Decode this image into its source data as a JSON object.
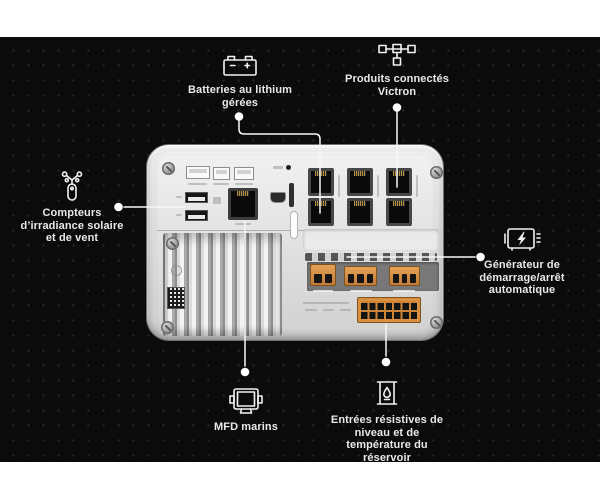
{
  "colors": {
    "backdrop": "#0b0b0b",
    "band": "#ffffff",
    "leader_line": "#f7f7f7",
    "label_text": "#e9e9e9",
    "device_body": "#d9d9d9",
    "terminal_orange": "#d8913f"
  },
  "callouts": {
    "batteries": {
      "icon": "battery-icon",
      "line1": "Batteries au lithium",
      "line2": "gérées"
    },
    "produits": {
      "icon": "network-icon",
      "line1": "Produits connectés",
      "line2": "Victron"
    },
    "compteurs": {
      "icon": "anemometer-icon",
      "line1": "Compteurs",
      "line2": "d’irradiance solaire",
      "line3": "et de vent"
    },
    "generateur": {
      "icon": "generator-icon",
      "line1": "Générateur de",
      "line2": "démarrage/arrêt",
      "line3": "automatique"
    },
    "mfd": {
      "icon": "mfd-display-icon",
      "line1": "MFD marins"
    },
    "entrees": {
      "icon": "tank-level-icon",
      "line1": "Entrées résistives de",
      "line2": "niveau et de",
      "line3": "température du",
      "line4": "réservoir"
    }
  }
}
